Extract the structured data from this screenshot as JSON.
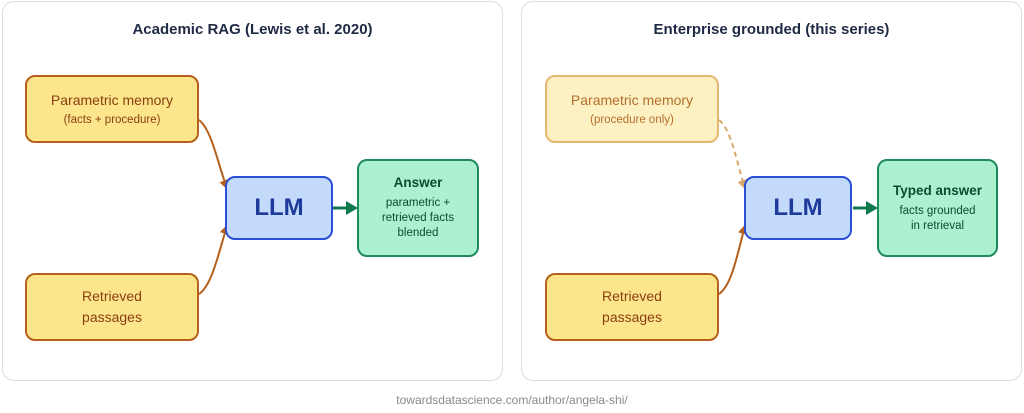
{
  "left": {
    "title": "Academic RAG (Lewis et al. 2020)",
    "memory": {
      "label": "Parametric memory",
      "sub": "(facts + procedure)"
    },
    "retrieved": {
      "line1": "Retrieved",
      "line2": "passages"
    },
    "llm": "LLM",
    "answer": {
      "label": "Answer",
      "sub": [
        "parametric +",
        "retrieved facts",
        "blended"
      ]
    }
  },
  "right": {
    "title": "Enterprise grounded (this series)",
    "memory": {
      "label": "Parametric memory",
      "sub": "(procedure only)"
    },
    "retrieved": {
      "line1": "Retrieved",
      "line2": "passages"
    },
    "llm": "LLM",
    "answer": {
      "label": "Typed answer",
      "sub": [
        "facts grounded",
        "in retrieval"
      ]
    }
  },
  "footer": "towardsdatascience.com/author/angela-shi/",
  "colors": {
    "memory_fill": "#fde58c",
    "memory_border": "#b5601b",
    "llm_fill": "#c4dafa",
    "llm_border": "#2b4fd6",
    "answer_fill": "#abf1cf",
    "answer_border": "#1f8a5c"
  }
}
